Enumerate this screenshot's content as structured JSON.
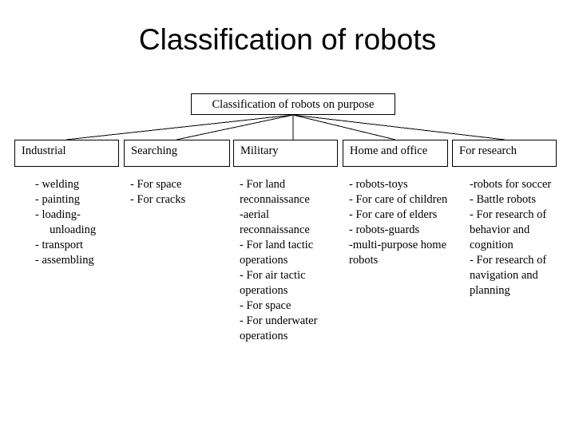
{
  "slide": {
    "title": "Classification of robots",
    "background_color": "#ffffff",
    "text_color": "#000000",
    "border_color": "#000000"
  },
  "diagram": {
    "root": {
      "label": "Classification of robots on purpose"
    },
    "categories": [
      {
        "label": "Industrial",
        "items": [
          "- welding",
          "- painting",
          "- loading-\n     unloading",
          "- transport",
          "- assembling"
        ]
      },
      {
        "label": "Searching",
        "items": [
          "- For space",
          "- For cracks"
        ]
      },
      {
        "label": "Military",
        "items": [
          "- For land reconnaissance",
          "-aerial reconnaissance",
          "- For land tactic operations",
          "- For air tactic operations",
          "- For space",
          "- For underwater operations"
        ]
      },
      {
        "label": "Home and office",
        "items": [
          "- robots-toys",
          "- For care of children",
          "- For care of elders",
          "- robots-guards",
          "-multi-purpose home robots"
        ]
      },
      {
        "label": "For research",
        "items": [
          "-robots for soccer",
          "- Battle robots",
          "- For research of behavior and cognition",
          "- For research of navigation and planning"
        ]
      }
    ]
  }
}
